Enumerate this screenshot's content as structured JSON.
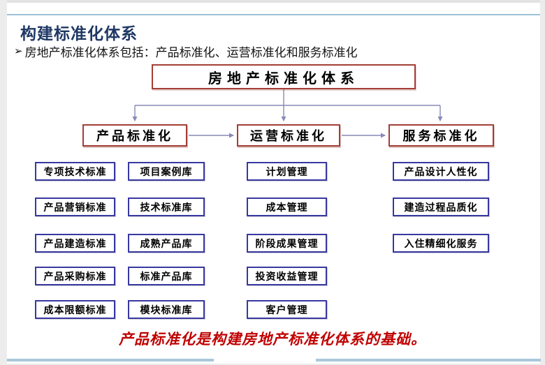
{
  "page": {
    "title": "构建标准化体系",
    "bullet_marker": "➢",
    "bullet_text": "房地产标准化体系包括：产品标准化、运营标准化和服务标准化",
    "footer_note": "产品标准化是构建房地产标准化体系的基础。"
  },
  "diagram": {
    "root_label": "房地产标准化体系",
    "level2": [
      "产品标准化",
      "运营标准化",
      "服务标准化"
    ],
    "columns": [
      [
        "专项技术标准",
        "产品营销标准",
        "产品建造标准",
        "产品采购标准",
        "成本限额标准"
      ],
      [
        "项目案例库",
        "技术标准库",
        "成熟产品库",
        "标准产品库",
        "模块标准库"
      ],
      [
        "计划管理",
        "成本管理",
        "阶段成果管理",
        "投资收益管理",
        "客户管理"
      ],
      [
        "产品设计人性化",
        "建造过程品质化",
        "入住精细化服务"
      ]
    ]
  },
  "colors": {
    "title_navy": "#1F3864",
    "red_border": "#A33E35",
    "blue_border": "#3838A0",
    "arrow": "#8888B8",
    "footer_red": "#C00000",
    "rule_blue": "#9CC2D8",
    "bottom_bar_blue": "#A9C8DA"
  }
}
